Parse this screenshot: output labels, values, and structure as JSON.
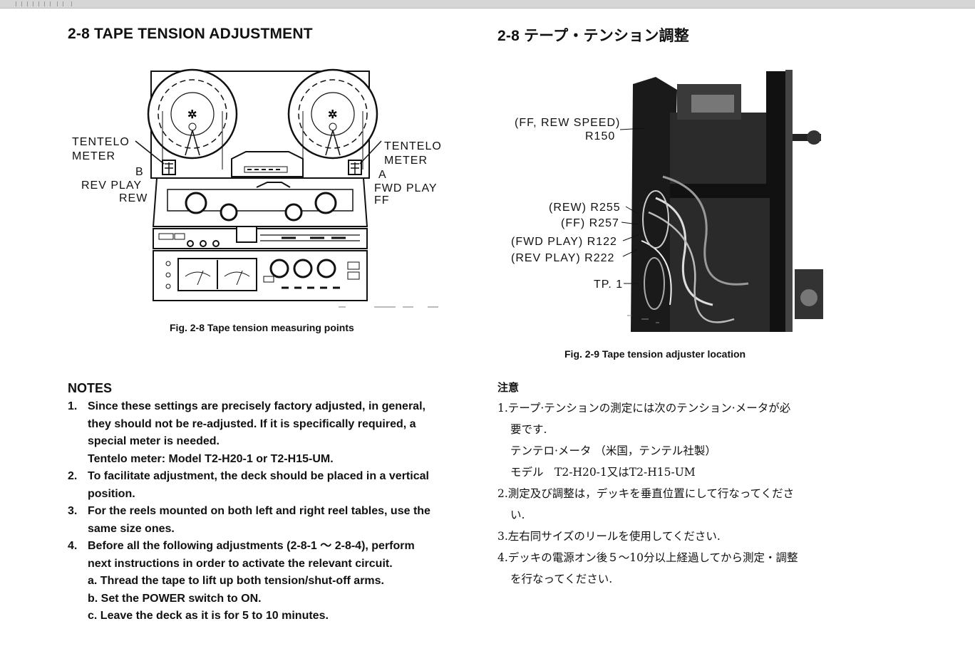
{
  "left": {
    "heading": "2-8  TAPE TENSION ADJUSTMENT",
    "fig_caption": "Fig. 2-8  Tape tension measuring points",
    "labels": {
      "left_meter": "TENTELO\nMETER",
      "left_b": "B",
      "left_rev": "REV PLAY",
      "left_rew": "REW",
      "right_meter": "TENTELO\nMETER",
      "right_a": "A",
      "right_fwd": "FWD PLAY",
      "right_ff": "FF"
    },
    "notes_title": "NOTES",
    "notes": [
      {
        "num": "1.",
        "lines": [
          "Since these settings are precisely factory adjusted, in general,",
          "they should not be re-adjusted. If it is specifically required, a",
          "special meter is needed.",
          "Tentelo meter: Model T2-H20-1 or T2-H15-UM."
        ]
      },
      {
        "num": "2.",
        "lines": [
          "To facilitate adjustment, the deck should be placed in a vertical",
          "position."
        ]
      },
      {
        "num": "3.",
        "lines": [
          "For the reels mounted on both left and right reel tables, use the",
          "same size ones."
        ]
      },
      {
        "num": "4.",
        "lines": [
          "Before all the following adjustments (2-8-1 ～ 2-8-4), perform",
          "next instructions in order to activate the relevant circuit."
        ]
      }
    ],
    "sub_steps": [
      "a.  Thread the tape to lift up both tension/shut-off arms.",
      "b.  Set the POWER switch to ON.",
      "c.  Leave the deck as it is for 5 to 10 minutes."
    ]
  },
  "right": {
    "heading": "2-8  テープ・テンション調整",
    "fig_caption": "Fig. 2-9  Tape tension adjuster location",
    "photo_labels": [
      "(FF, REW SPEED)",
      "R150",
      "(REW) R255",
      "(FF) R257",
      "(FWD PLAY) R122",
      "(REV PLAY) R222",
      "TP. 1"
    ],
    "notes_title": "注意",
    "jp_lines": [
      "1.テープ·テンションの測定には次のテンション·メータが必",
      "要です.",
      "テンテロ·メータ （米国，テンテル社製）",
      "モデル　T2-H20-1又はT2-H15-UM",
      "2.測定及び調整は，デッキを垂直位置にして行なってくださ",
      "い.",
      "3.左右同サイズのリールを使用してください.",
      "4.デッキの電源オン後５～10分以上経過してから測定・調整",
      "を行なってください."
    ]
  }
}
